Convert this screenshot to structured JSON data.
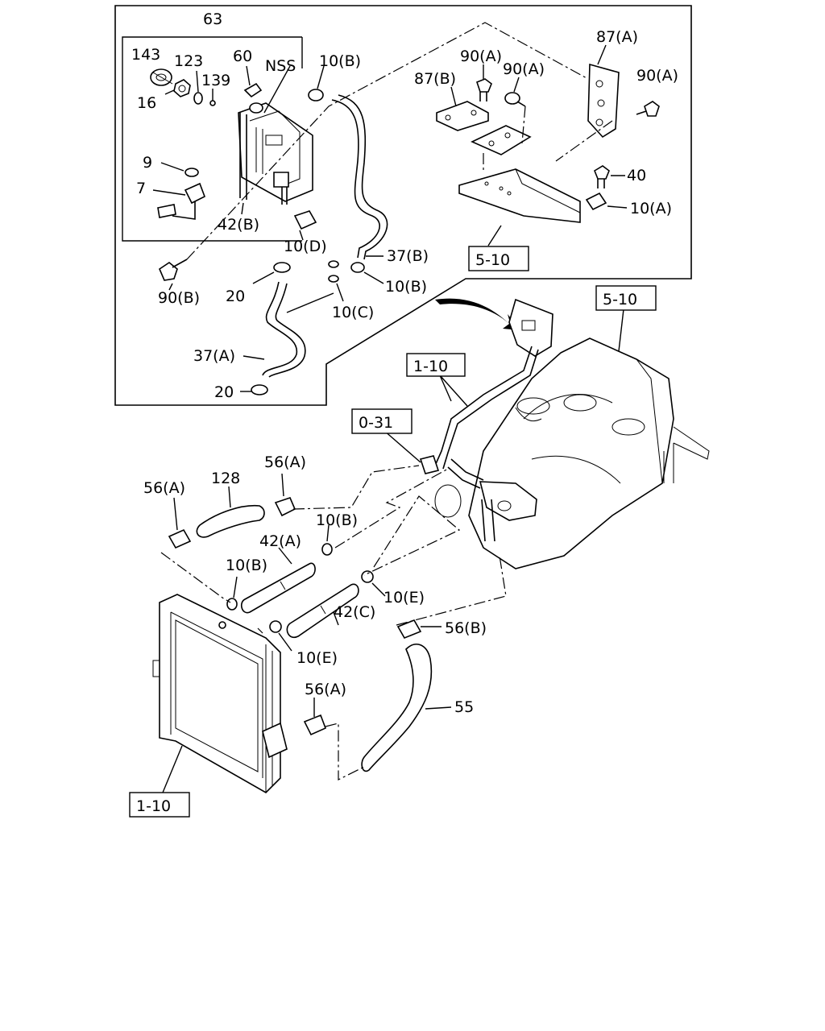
{
  "labels": {
    "l63": "63",
    "l143": "143",
    "l123": "123",
    "l139": "139",
    "l60": "60",
    "lnss": "NSS",
    "l10b_top": "10(B)",
    "l90a_1": "90(A)",
    "l90a_2": "90(A)",
    "l87a": "87(A)",
    "l87b": "87(B)",
    "l90a_3": "90(A)",
    "l16": "16",
    "l9": "9",
    "l7": "7",
    "l42b": "42(B)",
    "l10d": "10(D)",
    "l40": "40",
    "l10a": "10(A)",
    "l37b": "37(B)",
    "l510_top": "5-10",
    "l10b_mid": "10(B)",
    "l90b": "90(B)",
    "l20_a": "20",
    "l10c": "10(C)",
    "l37a": "37(A)",
    "l20_b": "20",
    "l510_engine": "5-10",
    "l110_pipe": "1-10",
    "l031": "0-31",
    "l56a_1": "56(A)",
    "l128": "128",
    "l56a_2": "56(A)",
    "l10b_low": "10(B)",
    "l42a": "42(A)",
    "l10b_rad": "10(B)",
    "l10e_1": "10(E)",
    "l56b": "56(B)",
    "l42c": "42(C)",
    "l10e_2": "10(E)",
    "l56a_3": "56(A)",
    "l55": "55",
    "l110_rad": "1-10"
  }
}
